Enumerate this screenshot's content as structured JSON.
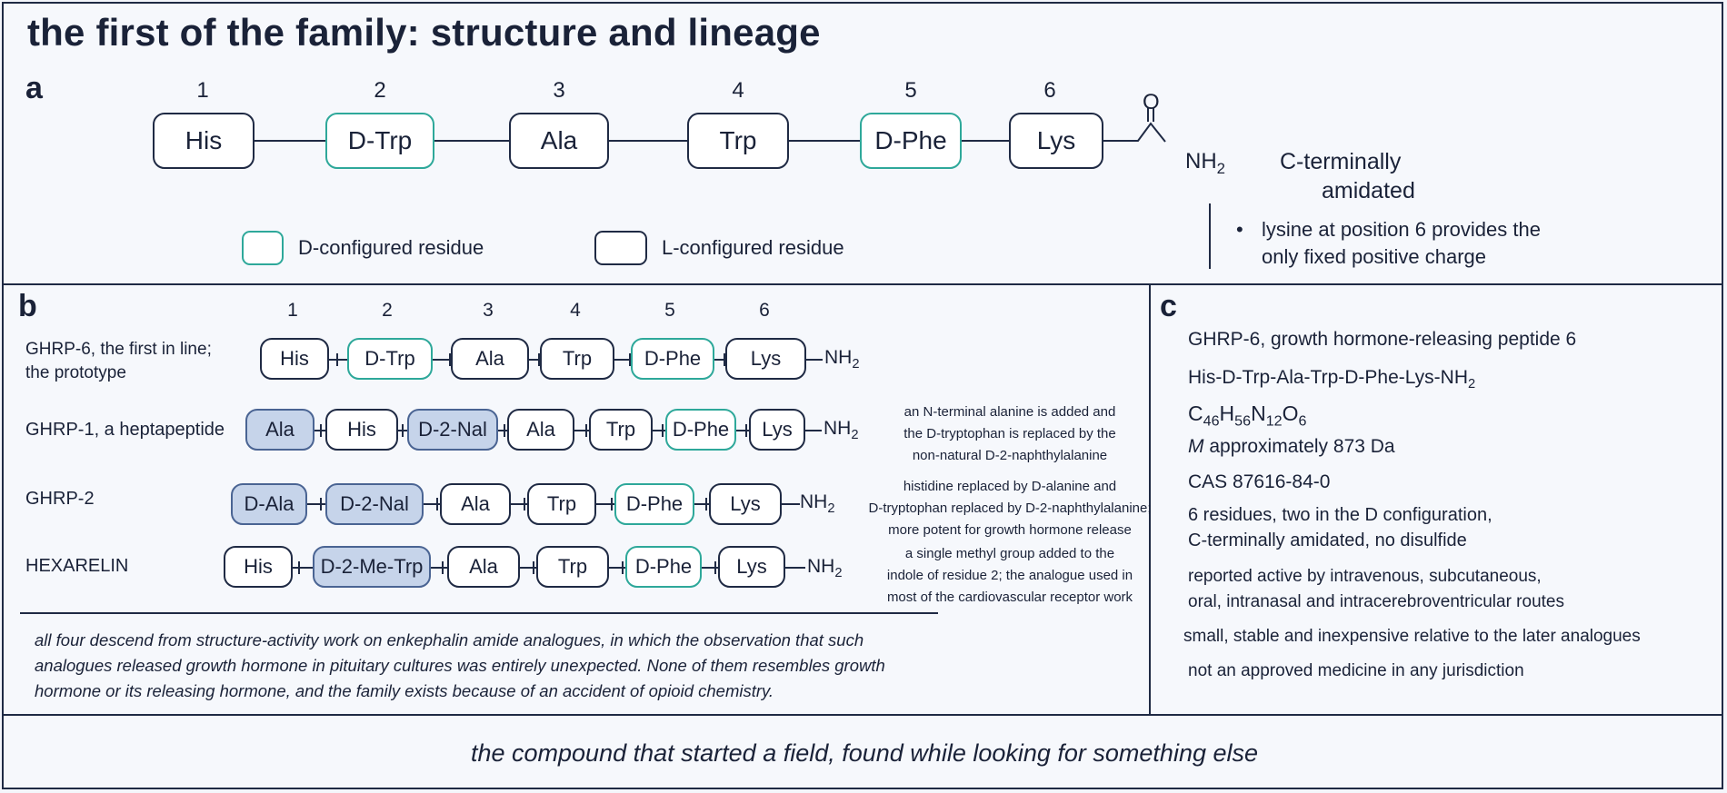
{
  "title": "the first of the family: structure and lineage",
  "panel_a": {
    "label": "a",
    "positions": [
      "1",
      "2",
      "3",
      "4",
      "5",
      "6"
    ],
    "residues": [
      "His",
      "D-Trp",
      "Ala",
      "Trp",
      "D-Phe",
      "Lys"
    ],
    "carbonyl_o": "O",
    "nh2": "NH",
    "nh2_sub": "2",
    "amidation_line1": "C-terminally",
    "amidation_line2": "amidated",
    "legend_d": "D-configured residue",
    "legend_l": "L-configured residue",
    "bullet": "•",
    "lysine_note_line1": "lysine at position 6 provides the",
    "lysine_note_line2": "only fixed positive charge"
  },
  "panel_b": {
    "label": "b",
    "positions": [
      "1",
      "2",
      "3",
      "4",
      "5",
      "6"
    ],
    "nh2": "NH",
    "nh2_sub": "2",
    "rows": [
      {
        "name_line1": "GHRP-6, the first in line;",
        "name_line2": "the prototype",
        "residues": [
          "His",
          "D-Trp",
          "Ala",
          "Trp",
          "D-Phe",
          "Lys"
        ],
        "note": []
      },
      {
        "name_line1": "GHRP-1, a heptapeptide",
        "residues": [
          "Ala",
          "His",
          "D-2-Nal",
          "Ala",
          "Trp",
          "D-Phe",
          "Lys"
        ],
        "note": [
          "an N-terminal alanine is added and",
          "the D-tryptophan is replaced by the",
          "non-natural D-2-naphthylalanine"
        ]
      },
      {
        "name_line1": "GHRP-2",
        "residues": [
          "D-Ala",
          "D-2-Nal",
          "Ala",
          "Trp",
          "D-Phe",
          "Lys"
        ],
        "note": [
          "histidine replaced by D-alanine and",
          "D-tryptophan replaced by D-2-naphthylalanine;",
          "more potent for growth hormone release"
        ]
      },
      {
        "name_line1": "HEXARELIN",
        "residues": [
          "His",
          "D-2-Me-Trp",
          "Ala",
          "Trp",
          "D-Phe",
          "Lys"
        ],
        "note": [
          "a single methyl group added to the",
          "indole of residue 2; the analogue used in",
          "most of the cardiovascular receptor work"
        ]
      }
    ],
    "footnote_lines": [
      "all four descend from structure-activity work on enkephalin amide analogues, in which the observation that such",
      "analogues released growth hormone in pituitary cultures was entirely unexpected. None of them resembles growth",
      "hormone or its releasing hormone, and the family exists because of an accident of opioid chemistry."
    ]
  },
  "panel_c": {
    "label": "c",
    "name": "GHRP-6, growth hormone-releasing peptide 6",
    "sequence": "His-D-Trp-Ala-Trp-D-Phe-Lys-NH",
    "sequence_sub": "2",
    "formula": [
      {
        "t": "C",
        "s": "46"
      },
      {
        "t": "H",
        "s": "56"
      },
      {
        "t": "N",
        "s": "12"
      },
      {
        "t": "O",
        "s": "6"
      }
    ],
    "mass_symbol": "M",
    "mass_text": " approximately 873 Da",
    "cas": "CAS 87616-84-0",
    "residues_line1": "6 residues, two in the D configuration,",
    "residues_line2": "C-terminally amidated, no disulfide",
    "routes_line1": "reported active by intravenous, subcutaneous,",
    "routes_line2": "oral, intranasal and intracerebroventricular routes",
    "stability": "small, stable and inexpensive relative to the later analogues",
    "approval": "not an approved medicine in any jurisdiction"
  },
  "bottom_caption": "the compound that started a field, found while looking for something else",
  "colors": {
    "ink": "#1f2a44",
    "d_residue_border": "#2ea89a",
    "modified_fill": "#c6d4ea",
    "modified_border": "#4a6493",
    "background": "#f6f8fc"
  }
}
